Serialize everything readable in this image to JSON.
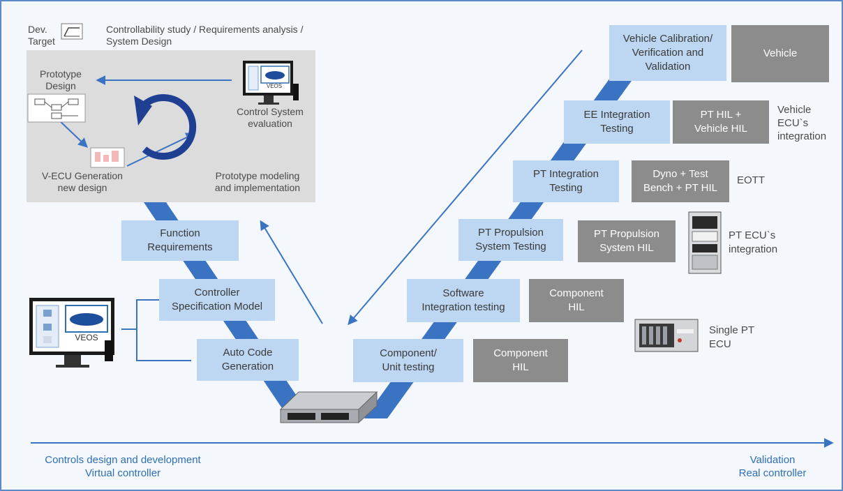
{
  "header": {
    "dev_target_line1": "Dev.",
    "dev_target_line2": "Target",
    "process_line1": "Controllability study / Requirements analysis /",
    "process_line2": "System Design"
  },
  "prototype_area": {
    "prototype_design_line1": "Prototype",
    "prototype_design_line2": "Design",
    "control_system_line1": "Control System",
    "control_system_line2": "evaluation",
    "vecu_line1": "V-ECU Generation",
    "vecu_line2": "new design",
    "modeling_line1": "Prototype modeling",
    "modeling_line2": "and implementation",
    "veos_small": "VEOS"
  },
  "left_side": {
    "function_req_line1": "Function",
    "function_req_line2": "Requirements",
    "controller_spec_line1": "Controller",
    "controller_spec_line2": "Specification Model",
    "auto_code_line1": "Auto Code",
    "auto_code_line2": "Generation",
    "veos_large": "VEOS"
  },
  "right_side": {
    "vehicle_calibration_line1": "Vehicle Calibration/",
    "vehicle_calibration_line2": "Verification and",
    "vehicle_calibration_line3": "Validation",
    "vehicle": "Vehicle",
    "ee_integration_line1": "EE Integration",
    "ee_integration_line2": "Testing",
    "pt_hil_vehicle_line1": "PT HIL +",
    "pt_hil_vehicle_line2": "Vehicle HIL",
    "vehicle_ecu_line1": "Vehicle",
    "vehicle_ecu_line2": "ECU`s",
    "vehicle_ecu_line3": "integration",
    "pt_integration_line1": "PT Integration",
    "pt_integration_line2": "Testing",
    "dyno_line1": "Dyno + Test",
    "dyno_line2": "Bench + PT HIL",
    "eott": "EOTT",
    "pt_propulsion_line1": "PT Propulsion",
    "pt_propulsion_line2": "System Testing",
    "pt_propulsion_hil_line1": "PT Propulsion",
    "pt_propulsion_hil_line2": "System HIL",
    "pt_ecu_line1": "PT ECU`s",
    "pt_ecu_line2": "integration",
    "software_integration_line1": "Software",
    "software_integration_line2": "Integration testing",
    "component_hil_a_line1": "Component",
    "component_hil_a_line2": "HIL",
    "single_pt_line1": "Single PT",
    "single_pt_line2": "ECU",
    "component_unit_line1": "Component/",
    "component_unit_line2": "Unit testing",
    "component_hil_b_line1": "Component",
    "component_hil_b_line2": "HIL"
  },
  "footer": {
    "left_line1": "Controls design and development",
    "left_line2": "Virtual controller",
    "right_line1": "Validation",
    "right_line2": "Real controller"
  },
  "colors": {
    "v_band": "#3b73c3",
    "light_box": "#bdd6f1",
    "gray_box": "#8c8c8c",
    "arrow": "#3b73c3",
    "cycle": "#1f3f93",
    "footer_text": "#2f6fb4"
  }
}
